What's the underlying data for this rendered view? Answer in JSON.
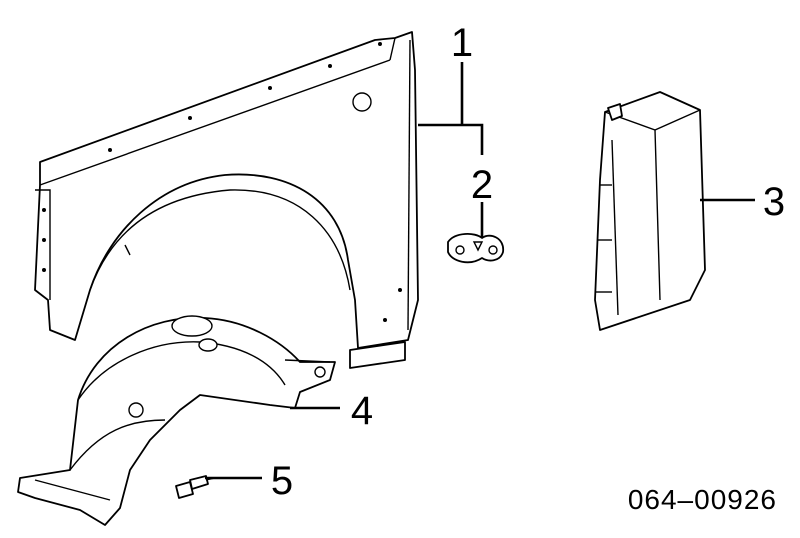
{
  "callouts": [
    "1",
    "2",
    "3",
    "4",
    "5"
  ],
  "diagram_code": "064–00926"
}
